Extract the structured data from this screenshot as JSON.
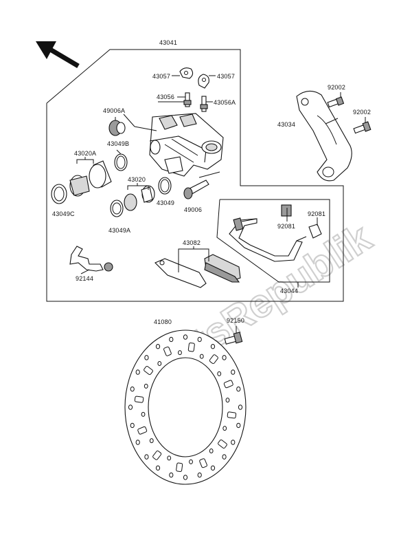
{
  "watermark": "PartsRepublik",
  "labels": {
    "p43041": "43041",
    "p43057a": "43057",
    "p43057b": "43057",
    "p43056": "43056",
    "p43056a": "43056A",
    "p49006a": "49006A",
    "p43049b": "43049B",
    "p43020a": "43020A",
    "p43020": "43020",
    "p43049": "43049",
    "p49006": "49006",
    "p43049c": "43049C",
    "p43049a": "43049A",
    "p43082": "43082",
    "p92144": "92144",
    "p92002a": "92002",
    "p92002b": "92002",
    "p43034": "43034",
    "p92081a": "92081",
    "p92081b": "92081",
    "p43044": "43044",
    "p41080": "41080",
    "p92150": "92150"
  },
  "colors": {
    "line": "#111111",
    "watermark": "#cfcfcf",
    "background": "#ffffff"
  },
  "icons": {
    "direction": "front-arrow-icon"
  }
}
